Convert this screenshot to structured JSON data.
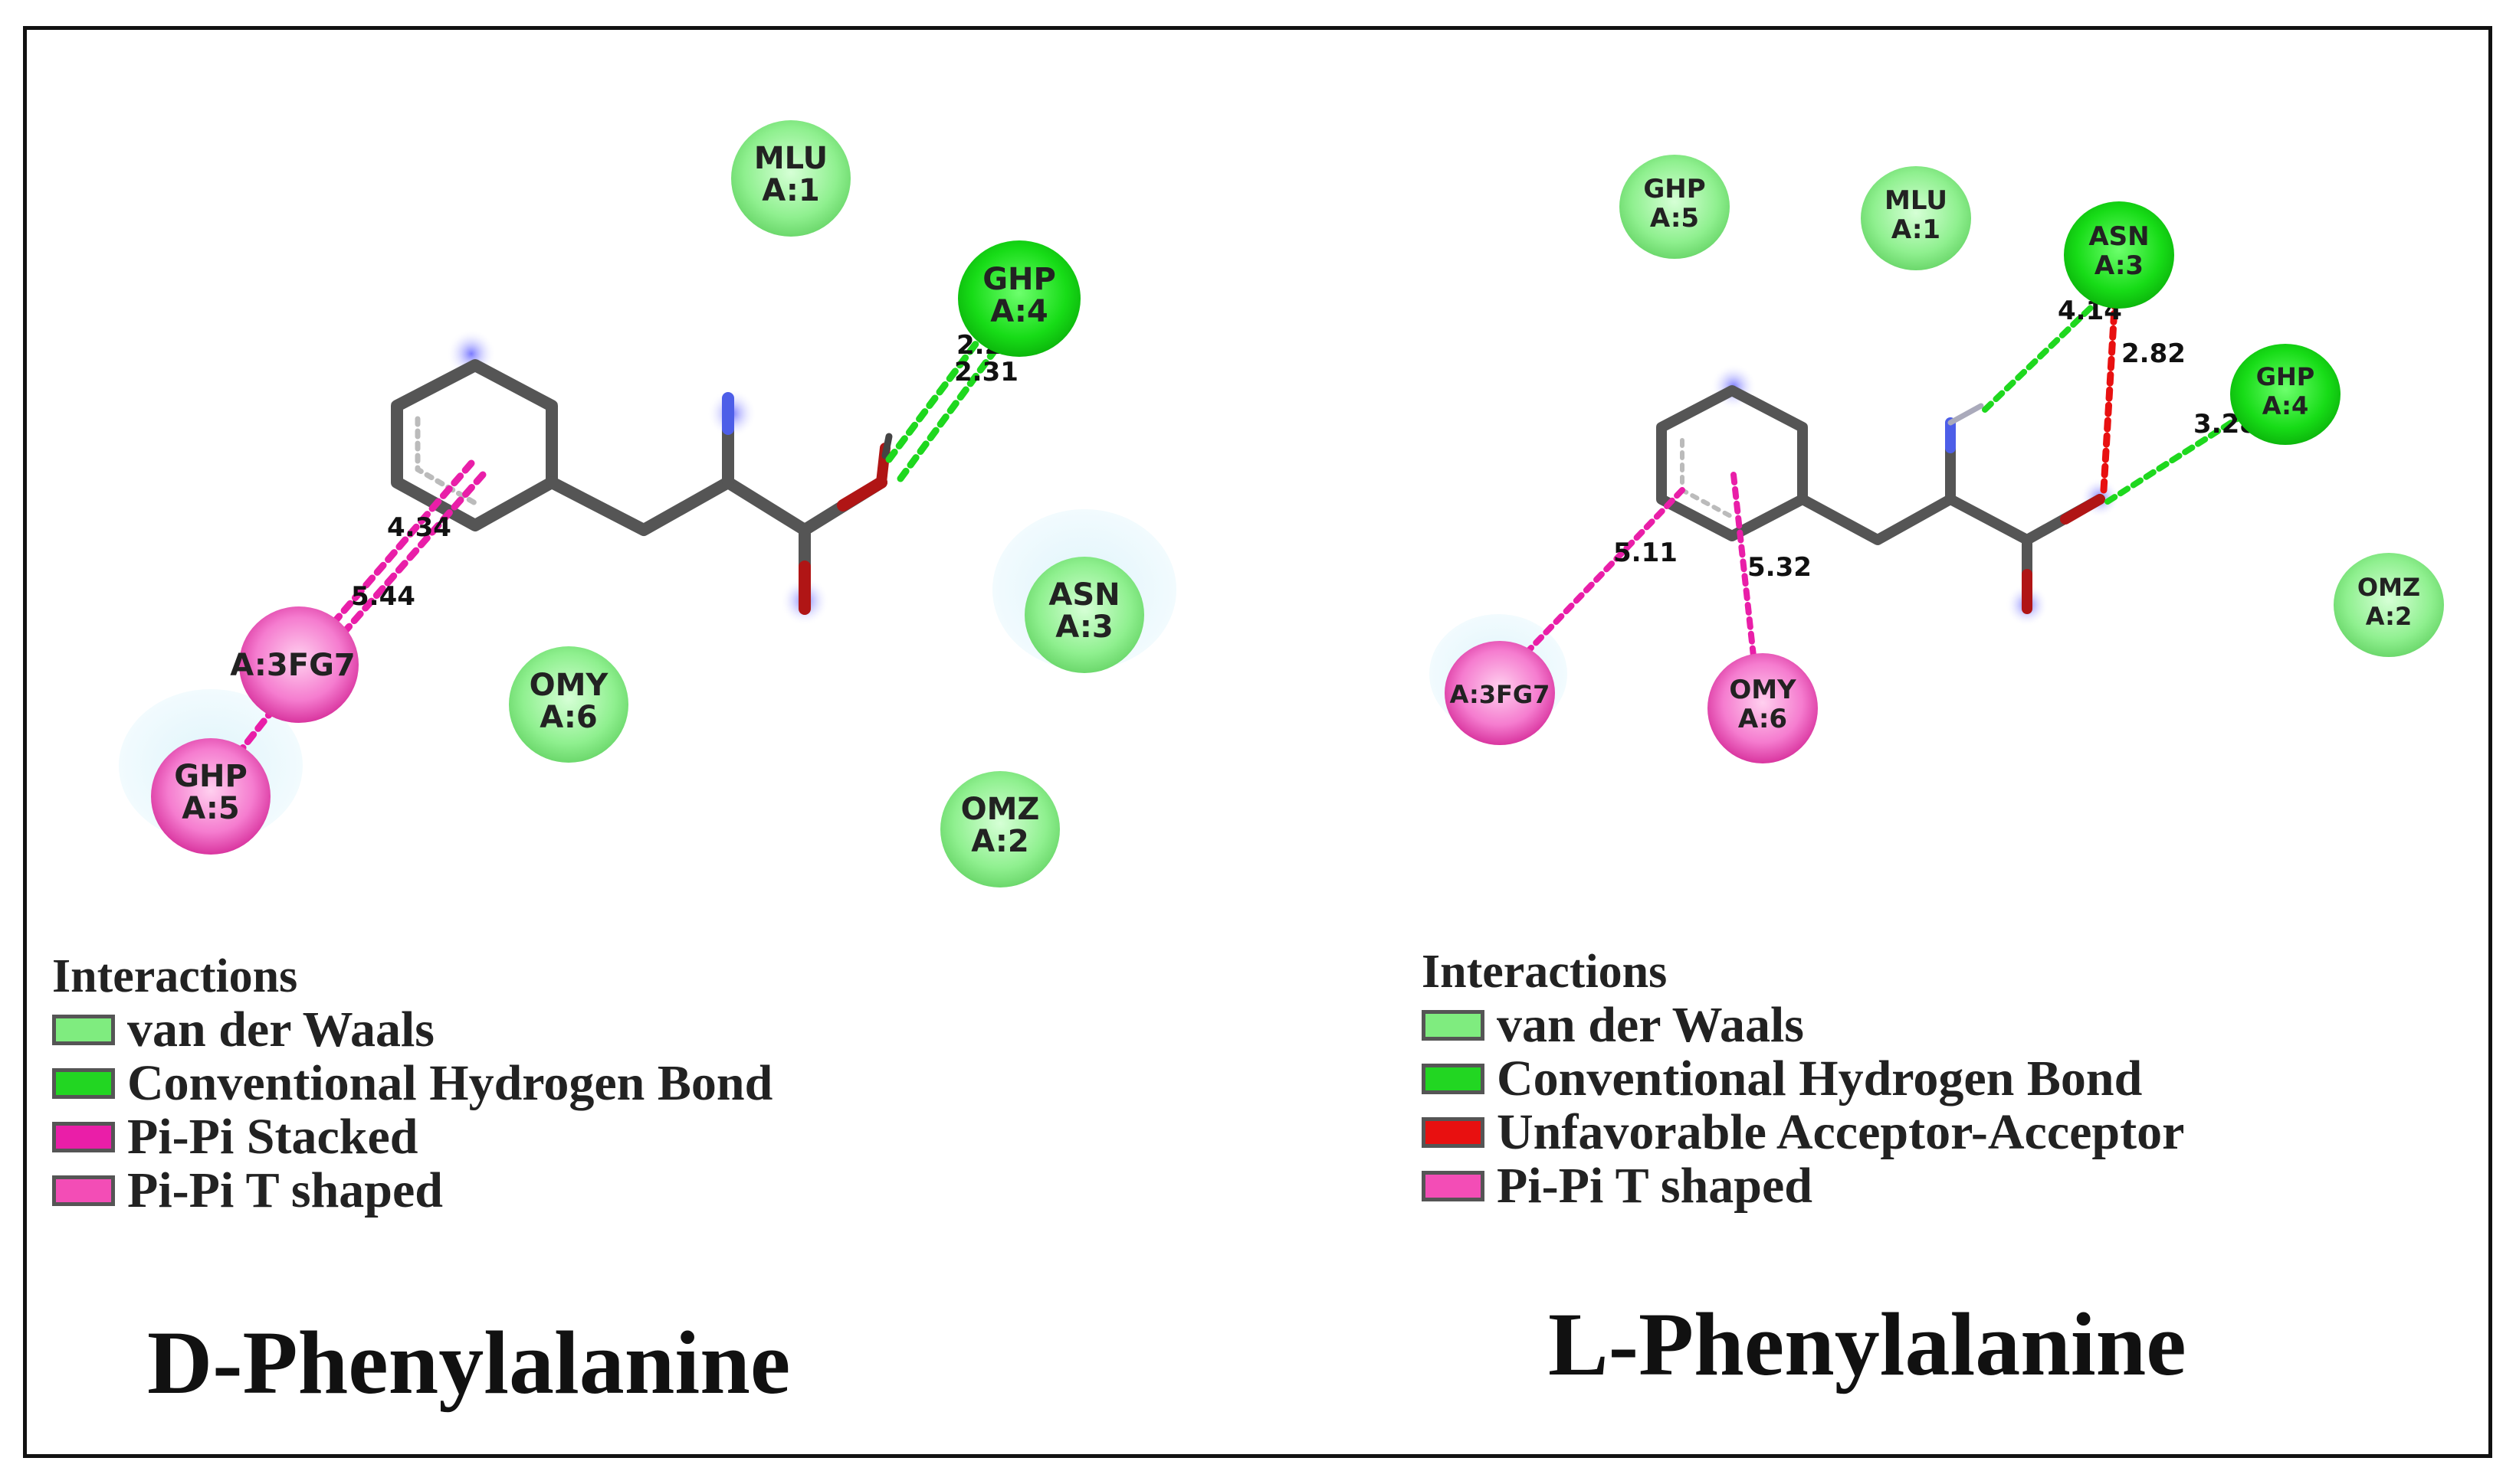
{
  "panels": [
    {
      "title": "D-Phenylalanine",
      "legend": {
        "heading": "Interactions",
        "items": [
          {
            "label": "van der Waals",
            "color": "#7fec7f"
          },
          {
            "label": "Conventional Hydrogen Bond",
            "color": "#22d622"
          },
          {
            "label": "Pi-Pi Stacked",
            "color": "#ea1ea8"
          },
          {
            "label": "Pi-Pi T shaped",
            "color": "#f34db6"
          }
        ]
      },
      "residues": {
        "mlu_a1": {
          "name": "MLU",
          "chain": "A:1",
          "type": "van der Waals"
        },
        "ghp_a4": {
          "name": "GHP",
          "chain": "A:4",
          "type": "Conventional Hydrogen Bond"
        },
        "asn_a3": {
          "name": "ASN",
          "chain": "A:3",
          "type": "van der Waals"
        },
        "omy_a6": {
          "name": "OMY",
          "chain": "A:6",
          "type": "van der Waals"
        },
        "omz_a2": {
          "name": "OMZ",
          "chain": "A:2",
          "type": "van der Waals"
        },
        "a3fg7": {
          "name": "A:3FG7",
          "type": "Pi-Pi Stacked"
        },
        "ghp_a5": {
          "name": "GHP",
          "chain": "A:5",
          "type": "Pi-Pi T shaped"
        }
      },
      "distances": {
        "hb1": "2.24",
        "hb2": "2.31",
        "pi1": "4.34",
        "pi2": "5.44"
      }
    },
    {
      "title": "L-Phenylalanine",
      "legend": {
        "heading": "Interactions",
        "items": [
          {
            "label": "van der Waals",
            "color": "#7fec7f"
          },
          {
            "label": "Conventional Hydrogen Bond",
            "color": "#22d622"
          },
          {
            "label": "Unfavorable Acceptor-Acceptor",
            "color": "#e81010"
          },
          {
            "label": "Pi-Pi T shaped",
            "color": "#f34db6"
          }
        ]
      },
      "residues": {
        "ghp_a5": {
          "name": "GHP",
          "chain": "A:5",
          "type": "van der Waals"
        },
        "mlu_a1": {
          "name": "MLU",
          "chain": "A:1",
          "type": "van der Waals"
        },
        "asn_a3": {
          "name": "ASN",
          "chain": "A:3",
          "type": "Conventional Hydrogen Bond"
        },
        "ghp_a4": {
          "name": "GHP",
          "chain": "A:4",
          "type": "Conventional Hydrogen Bond"
        },
        "omz_a2": {
          "name": "OMZ",
          "chain": "A:2",
          "type": "van der Waals"
        },
        "a3fg7": {
          "name": "A:3FG7",
          "type": "Pi-Pi T shaped"
        },
        "omy_a6": {
          "name": "OMY",
          "chain": "A:6",
          "type": "Pi-Pi T shaped"
        }
      },
      "distances": {
        "hb_asn": "4.14",
        "aa": "2.82",
        "hb_ghp": "3.28",
        "pi1": "5.11",
        "pi2": "5.32"
      }
    }
  ]
}
